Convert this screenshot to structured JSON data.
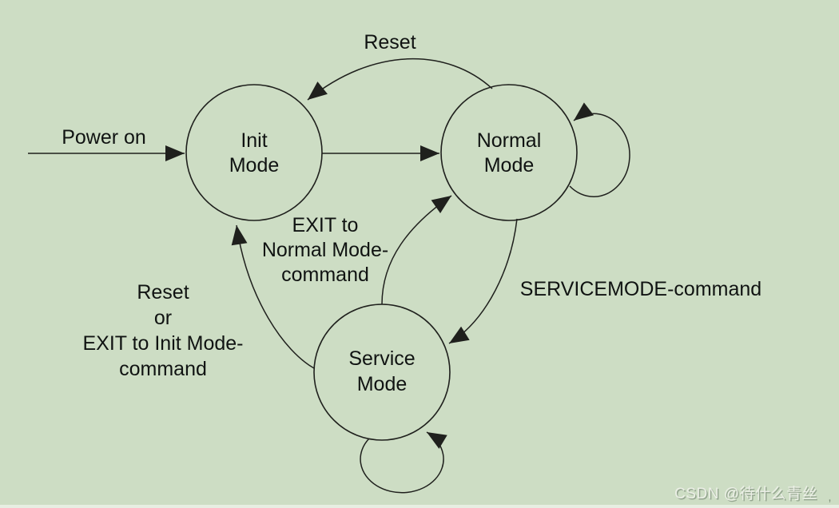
{
  "colors": {
    "background": "#cdddc4",
    "line": "#1f201d",
    "text": "#101312",
    "watermark_fill": "#eef1e9",
    "watermark_shadow": "#5d6e5c",
    "bottom_strip": "#eef3ea"
  },
  "states": [
    {
      "name": "init-mode",
      "lines": [
        "Init",
        "Mode"
      ]
    },
    {
      "name": "normal-mode",
      "lines": [
        "Normal",
        "Mode"
      ]
    },
    {
      "name": "service-mode",
      "lines": [
        "Service",
        "Mode"
      ]
    }
  ],
  "edge_labels": {
    "power_on": "Power on",
    "reset_top": "Reset",
    "servicemode": "SERVICEMODE-command",
    "exit_to_normal": [
      "EXIT to",
      "Normal Mode-",
      "command"
    ],
    "reset_or_exit_to_init": [
      "Reset",
      "or",
      "EXIT to Init Mode-",
      "command"
    ]
  },
  "watermark": "CSDN @待什么青丝",
  "corner_mark": ","
}
